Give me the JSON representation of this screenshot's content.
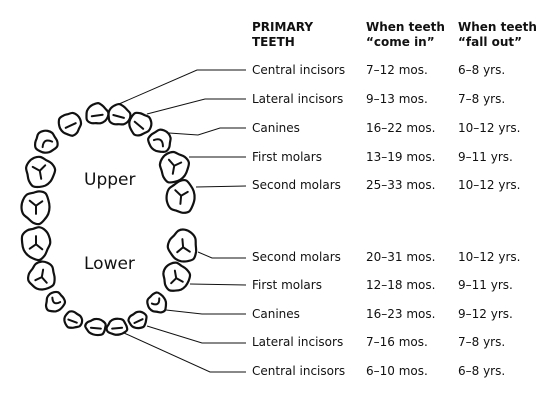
{
  "headers": {
    "col1": [
      "PRIMARY",
      "TEETH"
    ],
    "col2": [
      "When teeth",
      "“come in”"
    ],
    "col3": [
      "When teeth",
      "“fall out”"
    ]
  },
  "jaw_labels": {
    "upper": "Upper",
    "lower": "Lower"
  },
  "upper_rows": [
    {
      "tooth": "Central incisors",
      "come_in": "7–12 mos.",
      "fall_out": "6–8 yrs."
    },
    {
      "tooth": "Lateral incisors",
      "come_in": "9–13 mos.",
      "fall_out": "7–8 yrs."
    },
    {
      "tooth": "Canines",
      "come_in": "16–22 mos.",
      "fall_out": "10–12 yrs."
    },
    {
      "tooth": "First molars",
      "come_in": "13–19 mos.",
      "fall_out": "9–11 yrs."
    },
    {
      "tooth": "Second molars",
      "come_in": "25–33 mos.",
      "fall_out": "10–12 yrs."
    }
  ],
  "lower_rows": [
    {
      "tooth": "Second molars",
      "come_in": "20–31 mos.",
      "fall_out": "10–12 yrs."
    },
    {
      "tooth": "First molars",
      "come_in": "12–18 mos.",
      "fall_out": "9–11 yrs."
    },
    {
      "tooth": "Canines",
      "come_in": "16–23 mos.",
      "fall_out": "9–12 yrs."
    },
    {
      "tooth": "Lateral incisors",
      "come_in": "7–16 mos.",
      "fall_out": "7–8 yrs."
    },
    {
      "tooth": "Central incisors",
      "come_in": "6–10 mos.",
      "fall_out": "6–8 yrs."
    }
  ]
}
